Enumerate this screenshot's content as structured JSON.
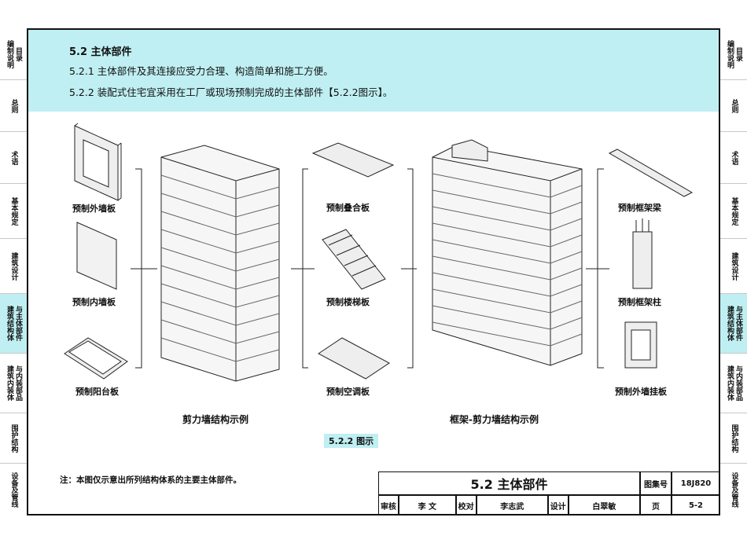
{
  "side_tabs": [
    {
      "text": "目录",
      "text2": "编制说明",
      "active": false
    },
    {
      "text": "总则",
      "active": false
    },
    {
      "text": "术语",
      "active": false
    },
    {
      "text": "基本规定",
      "active": false
    },
    {
      "text": "建筑设计",
      "active": false
    },
    {
      "text": "建筑结构体",
      "text2": "与主体部件",
      "active": true
    },
    {
      "text": "建筑内装体",
      "text2": "与内装部品",
      "active": false
    },
    {
      "text": "围护结构",
      "active": false
    },
    {
      "text": "设备及管线",
      "active": false
    }
  ],
  "section": {
    "title": "5.2  主体部件",
    "p1": "5.2.1  主体部件及其连接应受力合理、构造简单和施工方便。",
    "p2": "5.2.2  装配式住宅宜采用在工厂或现场预制完成的主体部件【5.2.2图示】。"
  },
  "labels": {
    "outer_wall": "预制外墙板",
    "inner_wall": "预制内墙板",
    "balcony": "预制阳台板",
    "slab": "预制叠合板",
    "stair": "预制楼梯板",
    "ac": "预制空调板",
    "beam": "预制框架梁",
    "column": "预制框架柱",
    "hang_wall": "预制外墙挂板"
  },
  "captions": {
    "shear": "剪力墙结构示例",
    "frame": "框架-剪力墙结构示例",
    "fig": "5.2.2  图示"
  },
  "note": "注：本图仅示意出所列结构体系的主要主体部件。",
  "title_block": {
    "title": "5.2  主体部件",
    "atlas_label": "图集号",
    "atlas_no": "18J820",
    "review": "审核",
    "review_name": "李  文",
    "check": "校对",
    "check_name": "李志武",
    "design": "设计",
    "design_name": "白翠敏",
    "page_label": "页",
    "page_no": "5-2"
  }
}
